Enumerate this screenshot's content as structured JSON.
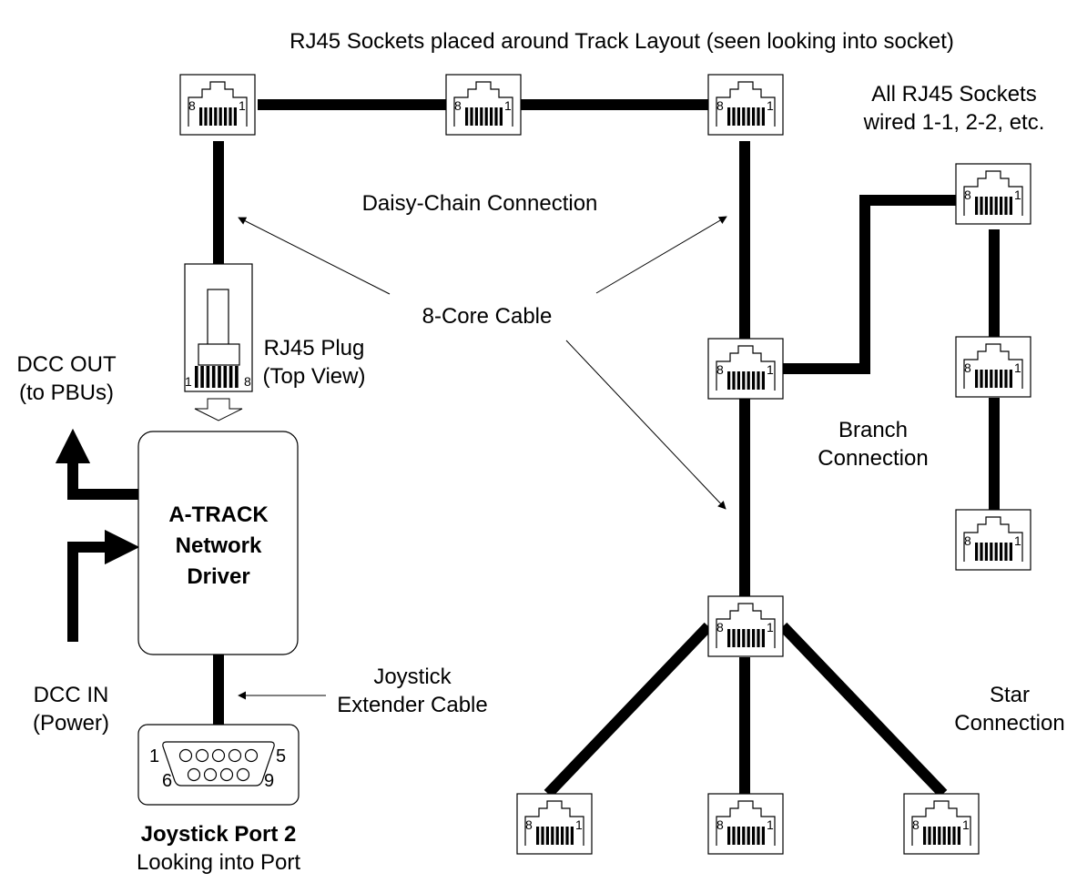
{
  "title": "RJ45 Sockets placed around Track Layout (seen looking into socket)",
  "labels": {
    "wiring_line1": "All RJ45 Sockets",
    "wiring_line2": "wired 1-1, 2-2, etc.",
    "daisy_chain": "Daisy-Chain Connection",
    "cable": "8-Core Cable",
    "plug_line1": "RJ45 Plug",
    "plug_line2": "(Top View)",
    "dcc_out_line1": "DCC OUT",
    "dcc_out_line2": "(to PBUs)",
    "dcc_in_line1": "DCC IN",
    "dcc_in_line2": "(Power)",
    "driver_line1": "A-TRACK",
    "driver_line2": "Network",
    "driver_line3": "Driver",
    "extender_line1": "Joystick",
    "extender_line2": "Extender Cable",
    "port_title": "Joystick Port 2",
    "port_subtitle": "Looking into Port",
    "branch_line1": "Branch",
    "branch_line2": "Connection",
    "star_line1": "Star",
    "star_line2": "Connection"
  },
  "socket": {
    "pin_left": "8",
    "pin_right": "1"
  },
  "plug": {
    "pin_left": "1",
    "pin_right": "8"
  },
  "joystick_port": {
    "top_left": "1",
    "top_right": "5",
    "bottom_left": "6",
    "bottom_right": "9"
  },
  "socket_names": [
    "socket-top-left",
    "socket-top-middle",
    "socket-top-right",
    "socket-mid-right",
    "socket-branch-top",
    "socket-branch-middle",
    "socket-branch-bottom",
    "socket-star-hub",
    "socket-star-left",
    "socket-star-middle",
    "socket-star-right"
  ]
}
